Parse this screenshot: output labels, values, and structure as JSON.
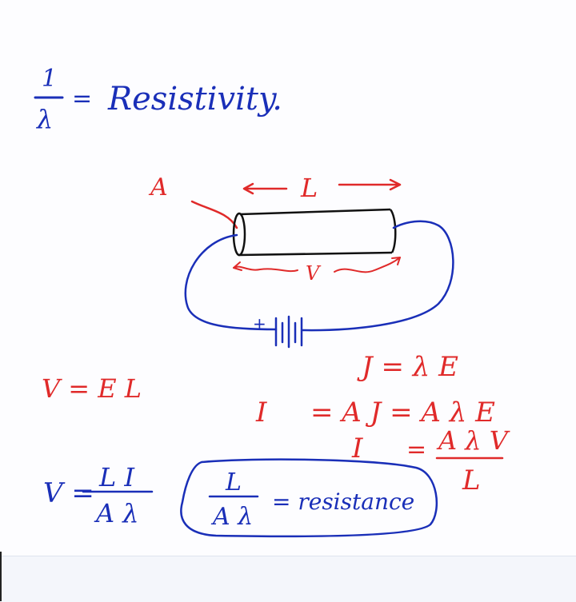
{
  "heading": {
    "numerator": "1",
    "denominator": "λ",
    "equals": "=",
    "word": "Resistivity."
  },
  "diagram": {
    "label_area": "A",
    "label_length": "L",
    "label_voltage": "V",
    "battery_plus": "+"
  },
  "equations": {
    "v_el": "V = E L",
    "j_eq": "J = λ E",
    "i_line1_left": "I",
    "i_line1_right": "= A J = A λ E",
    "i_line2_left": "I",
    "i_line2_eq": "=",
    "i_line2_num": "A λ V",
    "i_line2_den": "L",
    "v_lhs": "V =",
    "v_num": "L I",
    "v_den": "A λ",
    "box_num": "L",
    "box_den": "A λ",
    "box_text": "= resistance"
  },
  "colors": {
    "blue_ink": "#1a2fb8",
    "red_ink": "#e02a2a",
    "black_ink": "#111111"
  }
}
